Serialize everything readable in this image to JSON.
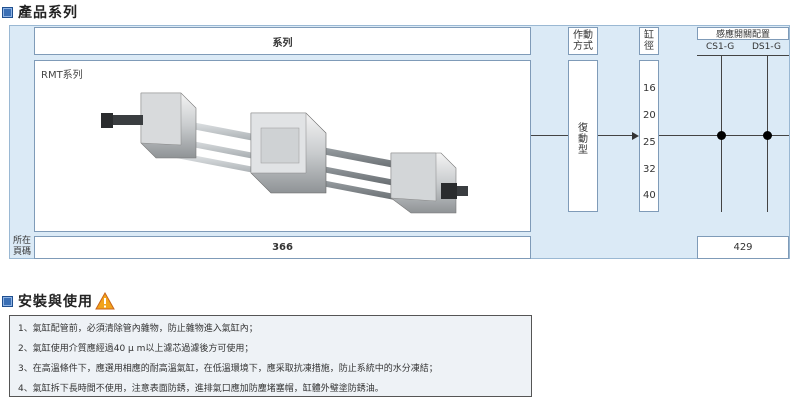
{
  "sections": {
    "products_title": "產品系列",
    "install_title": "安裝與使用"
  },
  "table": {
    "series_header": "系列",
    "operation_header": "作動\n方式",
    "bore_header": "缸\n徑",
    "switch_header": "感應開關配置",
    "switch_cols": [
      "CS1-G",
      "DS1-G"
    ],
    "series_name": "RMT系列",
    "operation_value": "復\n動\n型",
    "bores": [
      "16",
      "20",
      "25",
      "32",
      "40"
    ],
    "page_label": "所在\n頁碼",
    "page_series": "366",
    "page_switch": "429"
  },
  "notes": [
    "1、氣缸配管前，必須清除管內雜物，防止雜物進入氣缸內；",
    "2、氣缸使用介質應經過40 μ m以上濾芯過濾後方可使用；",
    "3、在高溫條件下，應選用相應的耐高溫氣缸，在低溫環境下，應采取抗凍措施，防止系統中的水分凍結；",
    "4、氣缸拆下長時間不使用，注意表面防銹，進排氣口應加防塵堵塞帽，缸體外璧塗防銹油。"
  ],
  "colors": {
    "panel_bg": "#dbeaf6",
    "accent": "#3a6fb5",
    "warning": "#f2a31b"
  }
}
